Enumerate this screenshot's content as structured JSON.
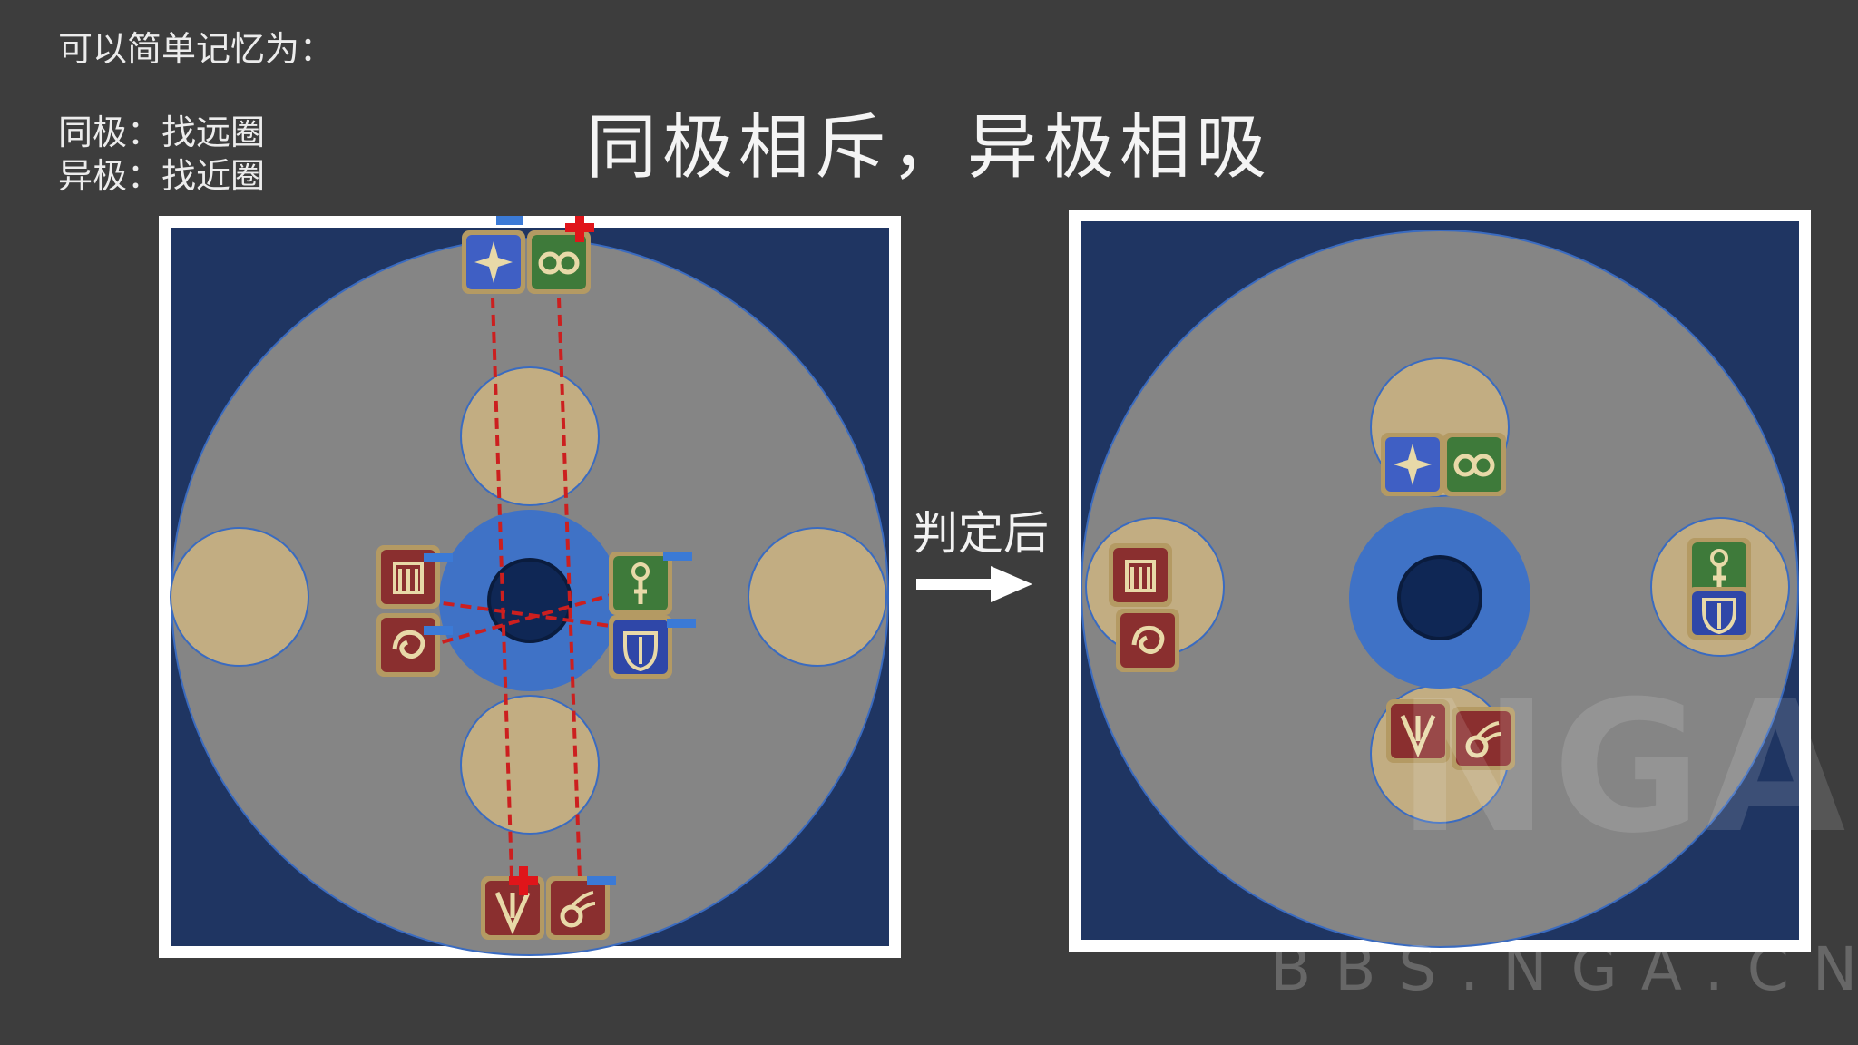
{
  "notes": {
    "line1": "可以简单记忆为：",
    "line2": "同极：找远圈",
    "line3": "异极：找近圈"
  },
  "title": "同极相斥，异极相吸",
  "after_label": "判定后",
  "watermark": {
    "logo": "NGA",
    "url": "BBS.NGA.CN"
  },
  "colors": {
    "background": "#3d3d3d",
    "arena_border": "#ffffff",
    "arena_floor": "#1f3562",
    "outer_circle": "#858585",
    "tan_circle": "#c2ad82",
    "inner_blue": "#3f72c6",
    "center_hole": "#0f2755",
    "minus_marker": "#3b7ad6",
    "plus_marker": "#e0151a",
    "connector_line": "#cc1f1f"
  },
  "icons": {
    "blue": "star-icon",
    "green_a": "loop-icon",
    "green_b": "staff-icon",
    "navy": "shield-icon",
    "red_a": "tower-icon",
    "red_b": "swirl-icon",
    "red_c": "fang-icon",
    "red_d": "flame-icon"
  }
}
